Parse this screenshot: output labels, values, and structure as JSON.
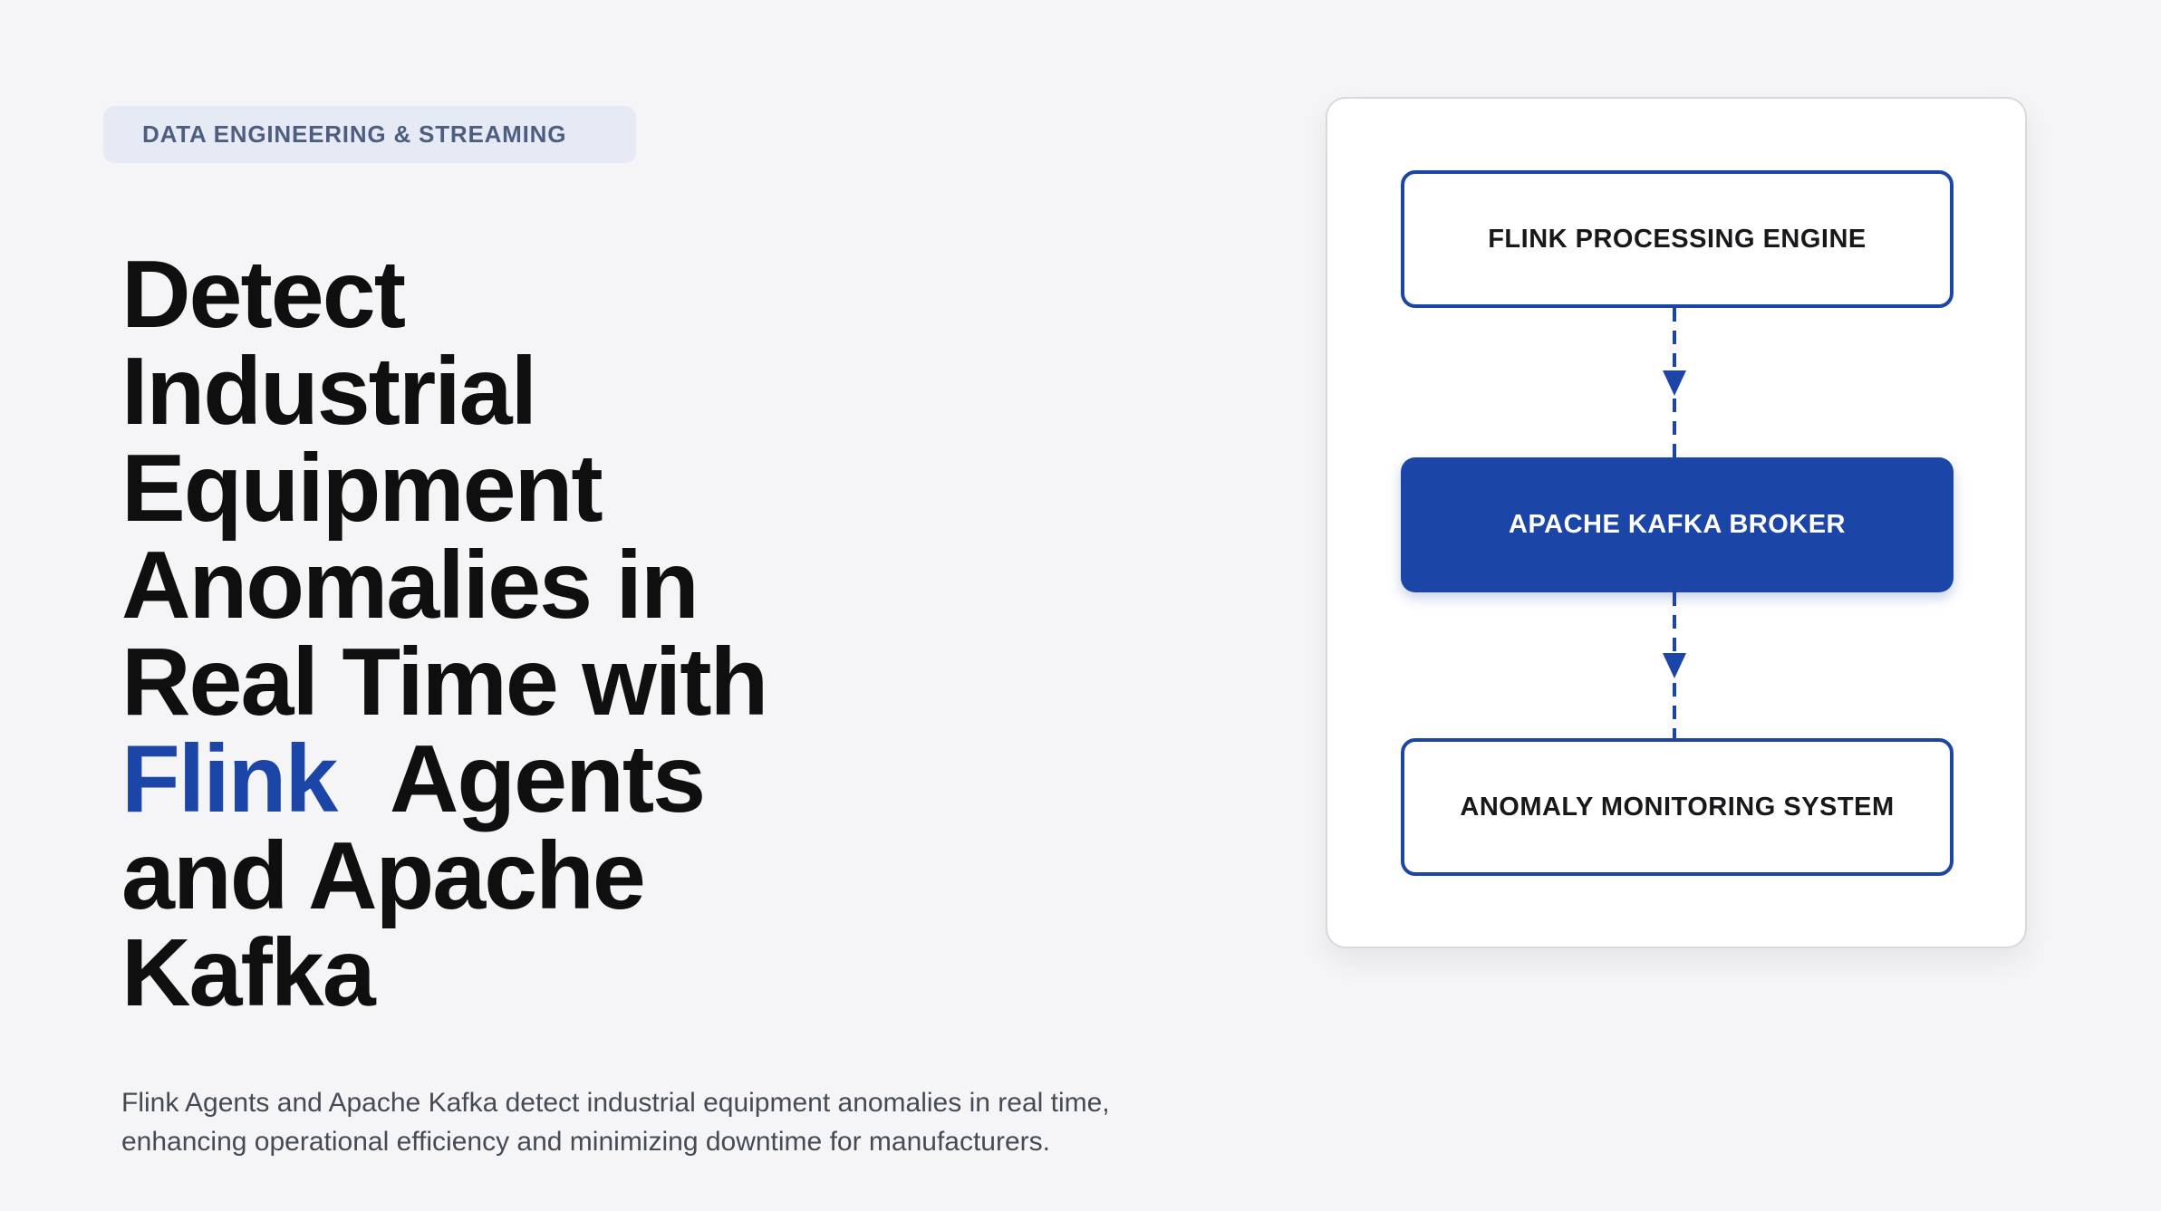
{
  "colors": {
    "accent": "#1c45a8",
    "page_bg": "#f5f5f7",
    "card_bg": "#ffffff",
    "card_border": "#d9d9dc",
    "badge_bg": "#e5eaf4",
    "badge_text": "#4d5e80",
    "heading_text": "#0f0f10",
    "body_text": "#454b54",
    "node_text": "#18181b"
  },
  "hero": {
    "badge": {
      "label": "DATA ENGINEERING & STREAMING"
    },
    "headline": {
      "full_text": "Detect Industrial Equipment Anomalies in Real Time with Flink Agents and Apache Kafka",
      "highlight_word": "Flink",
      "lines": [
        {
          "segments": [
            {
              "text": "Detect",
              "highlight": false
            }
          ]
        },
        {
          "segments": [
            {
              "text": "Industrial",
              "highlight": false
            }
          ]
        },
        {
          "segments": [
            {
              "text": "Equipment",
              "highlight": false
            }
          ]
        },
        {
          "segments": [
            {
              "text": "Anomalies in",
              "highlight": false
            }
          ]
        },
        {
          "segments": [
            {
              "text": "Real Time with",
              "highlight": false
            }
          ]
        },
        {
          "segments": [
            {
              "text": "Flink",
              "highlight": true
            },
            {
              "text": "Agents",
              "highlight": false
            }
          ]
        },
        {
          "segments": [
            {
              "text": "and Apache",
              "highlight": false
            }
          ]
        },
        {
          "segments": [
            {
              "text": "Kafka",
              "highlight": false
            }
          ]
        }
      ]
    },
    "description": "Flink Agents and Apache Kafka detect industrial equipment anomalies in real time, enhancing operational efficiency and minimizing downtime for manufacturers."
  },
  "diagram": {
    "nodes": [
      {
        "id": "flink-processing-engine",
        "label": "FLINK PROCESSING ENGINE",
        "variant": "outline"
      },
      {
        "id": "apache-kafka-broker",
        "label": "APACHE KAFKA BROKER",
        "variant": "filled"
      },
      {
        "id": "anomaly-monitoring-system",
        "label": "ANOMALY MONITORING SYSTEM",
        "variant": "outline"
      }
    ],
    "connectors": [
      {
        "from": "flink-processing-engine",
        "to": "apache-kafka-broker",
        "style": "dashed-arrow"
      },
      {
        "from": "apache-kafka-broker",
        "to": "anomaly-monitoring-system",
        "style": "dashed-arrow"
      }
    ]
  }
}
